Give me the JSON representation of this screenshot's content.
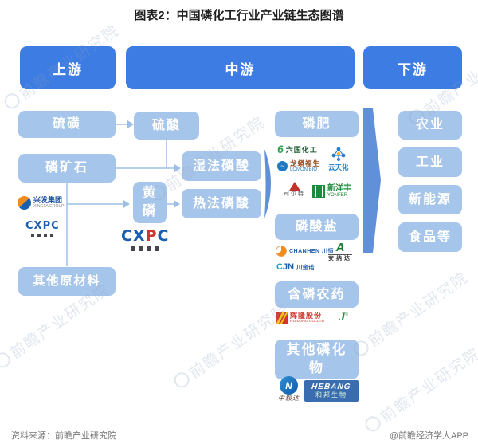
{
  "title": "图表2：中国磷化工行业产业链生态图谱",
  "watermark": {
    "text": "前瞻产业研究院"
  },
  "footer": {
    "source": "资料来源：前瞻产业研究院",
    "credit": "@前瞻经济学人APP"
  },
  "headers": {
    "upstream": "上游",
    "midstream": "中游",
    "downstream": "下游"
  },
  "upstream": {
    "boxes": {
      "sulfur": "硫磺",
      "phosphate_rock": "磷矿石",
      "other_materials": "其他原材料"
    },
    "logos": {
      "xingfa": {
        "cn": "兴发集团",
        "en": "XINGFA GROUP"
      },
      "cxpc": {
        "text": "CXPC"
      }
    }
  },
  "midstream": {
    "boxes": {
      "sulfuric_acid": "硫酸",
      "wet_process": "湿法磷酸",
      "yellow_phosphorus": "黄磷",
      "thermal_process": "热法磷酸"
    },
    "logos": {
      "cxpc": {
        "text": "CXPC"
      }
    }
  },
  "products": {
    "fertilizer": {
      "label": "磷肥",
      "companies": {
        "liuguo": {
          "name": "六国化工",
          "icon": "6"
        },
        "yuntianhua": {
          "name": "云天化"
        },
        "lomon": {
          "name": "龙蟒福生",
          "en": "LOMON BIO",
          "icon": "~"
        },
        "sierte": {
          "name": "司尔特"
        },
        "xinyangfeng": {
          "name": "新洋丰",
          "en": "YONFER"
        }
      }
    },
    "phosphate_salt": {
      "label": "磷酸盐",
      "companies": {
        "chanhen": {
          "name": "CHANHEN 川恒"
        },
        "annada": {
          "name": "安纳达",
          "icon": "A"
        },
        "chuanjinnuo": {
          "name": "川金诺",
          "en_c": "C",
          "en_jn": "JN"
        }
      }
    },
    "pesticide": {
      "label": "含磷农药",
      "companies": {
        "huilong": {
          "name": "辉隆股份",
          "en": "HUILONG CO.,LTD"
        },
        "green_j": {
          "icon": "J"
        }
      }
    },
    "other_phosphide": {
      "label": "其他磷化物",
      "companies": {
        "zhongyida": {
          "name": "中毅达",
          "icon": "N"
        },
        "hebang": {
          "name": "和邦生物",
          "en": "HEBANG"
        }
      }
    }
  },
  "downstream": {
    "boxes": {
      "agriculture": "农业",
      "industry": "工业",
      "new_energy": "新能源",
      "food": "食品等"
    }
  },
  "colors": {
    "header_blue": "#3d7ce2",
    "node_blue": "#a6c5ea",
    "arrow_blue": "#6090d8"
  }
}
